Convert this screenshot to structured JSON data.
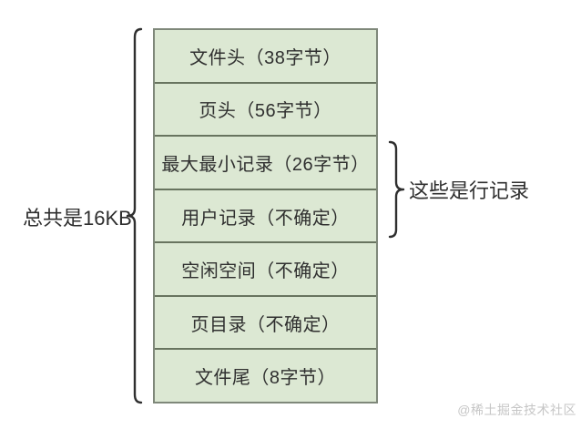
{
  "colors": {
    "background": "#ffffff",
    "box_fill": "#dce8d3",
    "box_border": "#7f887a",
    "divider": "#68745f",
    "text": "#2f2f2f",
    "brace": "#2f2f2f",
    "watermark": "#c6c6c6"
  },
  "diagram": {
    "left_annotation": "总共是16KB",
    "right_annotation": "这些是行记录",
    "rows": [
      {
        "label": "文件头（38字节）"
      },
      {
        "label": "页头（56字节）"
      },
      {
        "label": "最大最小记录（26字节）"
      },
      {
        "label": "用户记录（不确定）"
      },
      {
        "label": "空闲空间（不确定）"
      },
      {
        "label": "页目录（不确定）"
      },
      {
        "label": "文件尾（8字节）"
      }
    ],
    "watermark": "@稀土掘金技术社区"
  }
}
